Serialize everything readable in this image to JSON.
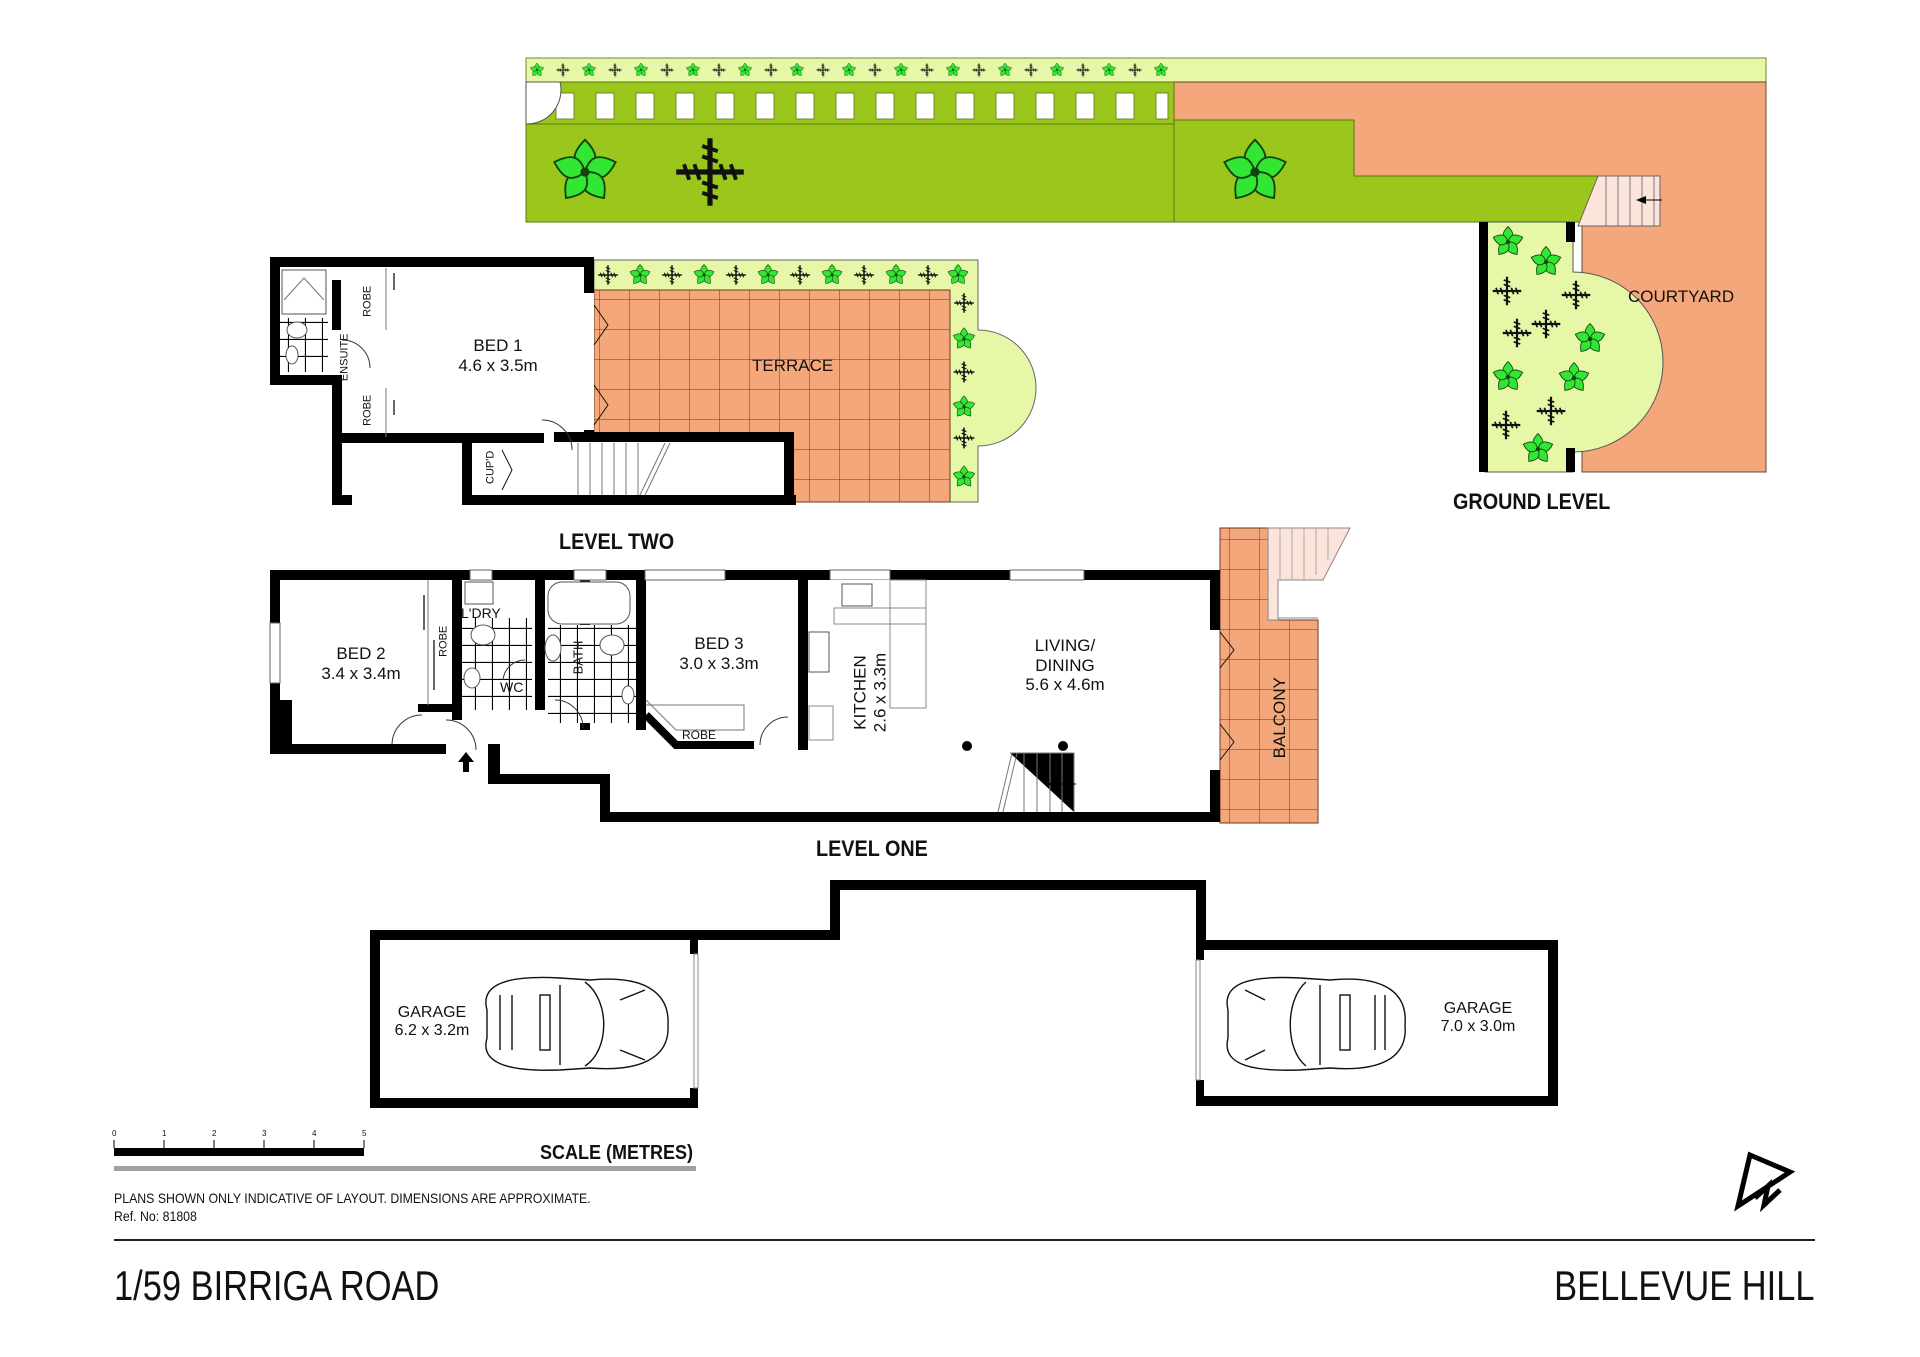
{
  "property": {
    "address": "1/59 BIRRIGA ROAD",
    "suburb": "BELLEVUE HILL"
  },
  "colors": {
    "wall": "#000000",
    "lawn": "#9BC61B",
    "garden_bed": "#E6F7A8",
    "paving": "#F4A77A",
    "plant_leaf": "#33E633",
    "stair_fill": "#FCE4DA"
  },
  "levels": {
    "ground": {
      "label": "GROUND LEVEL",
      "rooms": [
        {
          "name": "COURTYARD"
        }
      ]
    },
    "two": {
      "label": "LEVEL TWO",
      "rooms": [
        {
          "name": "BED 1",
          "size": "4.6 x 3.5m"
        },
        {
          "name": "TERRACE"
        },
        {
          "name": "ENSUITE"
        },
        {
          "name": "ROBE"
        },
        {
          "name": "ROBE"
        },
        {
          "name": "CUP'D"
        }
      ]
    },
    "one": {
      "label": "LEVEL ONE",
      "rooms": [
        {
          "name": "BED 2",
          "size": "3.4 x 3.4m"
        },
        {
          "name": "ROBE"
        },
        {
          "name": "L'DRY"
        },
        {
          "name": "WC"
        },
        {
          "name": "BATH"
        },
        {
          "name": "BED 3",
          "size": "3.0 x 3.3m"
        },
        {
          "name": "ROBE"
        },
        {
          "name": "KITCHEN",
          "size": "2.6 x 3.3m"
        },
        {
          "name": "LIVING/",
          "name2": "DINING",
          "size": "5.6 x 4.6m"
        },
        {
          "name": "BALCONY"
        }
      ]
    },
    "garage": {
      "rooms": [
        {
          "name": "GARAGE",
          "size": "6.2 x 3.2m"
        },
        {
          "name": "GARAGE",
          "size": "7.0 x 3.0m"
        }
      ]
    }
  },
  "scale": {
    "label": "SCALE (METRES)",
    "ticks": [
      "0",
      "1",
      "2",
      "3",
      "4",
      "5"
    ]
  },
  "footer": {
    "disclaimer": "PLANS SHOWN ONLY INDICATIVE OF LAYOUT.  DIMENSIONS ARE APPROXIMATE.",
    "ref": "Ref. No: 81808"
  },
  "icons": {
    "north_arrow": "north-arrow-icon",
    "entry_arrow": "entry-arrow-icon",
    "car": "car-icon",
    "plant": "plant-icon",
    "fern": "fern-icon"
  }
}
